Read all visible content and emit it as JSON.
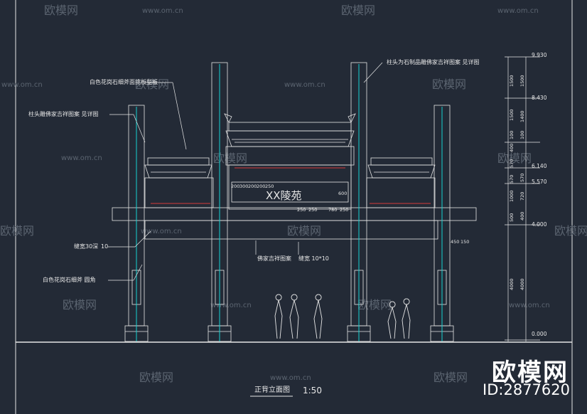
{
  "drawing": {
    "title": "正背立面图",
    "scale": "1:50",
    "plaque": "XX陵苑",
    "notes": {
      "left_top": "白色花岗石细斧面挑板型板",
      "left_mid": "柱头雕佛家吉祥图案 见详图",
      "right_top": "柱头为石制品雕佛家吉祥图案 见详图",
      "seam_width": "缝宽",
      "seam_depth": "30深",
      "seam_val": "10",
      "base": "白色花岗石细斧 圆角",
      "center_pattern": "佛家吉祥图案",
      "center_seam": "缝宽 10*10"
    },
    "inner_dims": {
      "row1": [
        "200",
        "300",
        "200",
        "200",
        "250"
      ],
      "d600": "600",
      "row2": [
        "250",
        "250",
        "780",
        "250"
      ],
      "d450": "450",
      "d150": "150"
    },
    "elevations": [
      "9.930",
      "8.430",
      "6.140",
      "5.570",
      "4.000",
      "0.000"
    ],
    "dims_left": [
      "1500",
      "1500",
      "100",
      "400",
      "570",
      "570",
      "1000",
      "500",
      "4000"
    ],
    "dims_right": [
      "1500",
      "1400",
      "100",
      "570",
      "720",
      "400",
      "4000"
    ]
  },
  "watermark": {
    "brand": "欧模网",
    "url": "www.om.cn",
    "id": "ID:2877620"
  },
  "colors": {
    "background": "#232a36",
    "line": "#e6e6e6",
    "cyan": "#14d2d2",
    "red": "#d63a3a"
  }
}
